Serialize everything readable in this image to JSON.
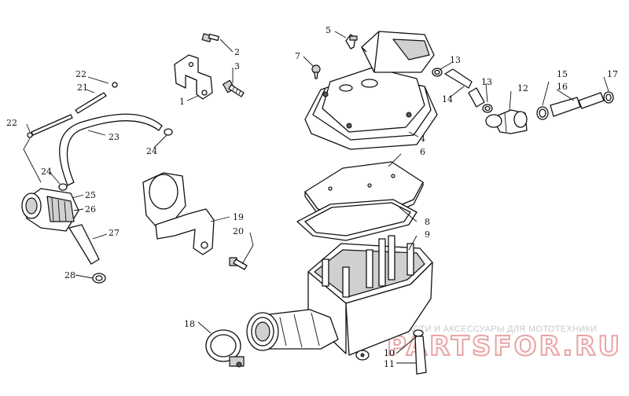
{
  "callouts": [
    {
      "id": "c1",
      "text": "1"
    },
    {
      "id": "c2",
      "text": "2"
    },
    {
      "id": "c3",
      "text": "3"
    },
    {
      "id": "c4",
      "text": "4"
    },
    {
      "id": "c5",
      "text": "5"
    },
    {
      "id": "c6",
      "text": "6"
    },
    {
      "id": "c7",
      "text": "7"
    },
    {
      "id": "c8",
      "text": "8"
    },
    {
      "id": "c9",
      "text": "9"
    },
    {
      "id": "c10",
      "text": "10"
    },
    {
      "id": "c11",
      "text": "11"
    },
    {
      "id": "c12",
      "text": "12"
    },
    {
      "id": "c13a",
      "text": "13"
    },
    {
      "id": "c13b",
      "text": "13"
    },
    {
      "id": "c14",
      "text": "14"
    },
    {
      "id": "c15",
      "text": "15"
    },
    {
      "id": "c16",
      "text": "16"
    },
    {
      "id": "c17",
      "text": "17"
    },
    {
      "id": "c18",
      "text": "18"
    },
    {
      "id": "c19",
      "text": "19"
    },
    {
      "id": "c20",
      "text": "20"
    },
    {
      "id": "c21",
      "text": "21"
    },
    {
      "id": "c22a",
      "text": "22"
    },
    {
      "id": "c22b",
      "text": "22"
    },
    {
      "id": "c23",
      "text": "23"
    },
    {
      "id": "c24a",
      "text": "24"
    },
    {
      "id": "c24b",
      "text": "24"
    },
    {
      "id": "c25",
      "text": "25"
    },
    {
      "id": "c26",
      "text": "26"
    },
    {
      "id": "c27",
      "text": "27"
    },
    {
      "id": "c28",
      "text": "28"
    }
  ],
  "watermark": {
    "tagline": "ЗАПЧАСТИ И АКСЕССУАРЫ ДЛЯ МОТОТЕХНИКИ",
    "logo": "PARTSFOR.RU"
  }
}
